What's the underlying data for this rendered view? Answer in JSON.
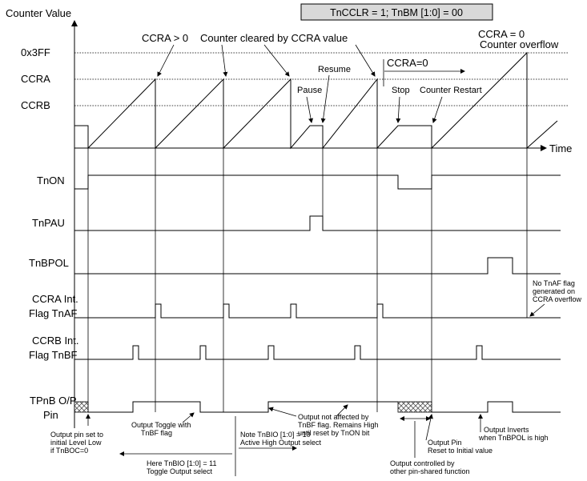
{
  "header": {
    "title": "TnCCLR = 1; TnBM [1:0] = 00"
  },
  "axis": {
    "y_label": "Counter Value",
    "x_label": "Time"
  },
  "levels": {
    "max": "0x3FF",
    "ccra": "CCRA",
    "ccrb": "CCRB"
  },
  "signals": {
    "tnon": "TnON",
    "tnpau": "TnPAU",
    "tnbpol": "TnBPOL",
    "ccra_int_1": "CCRA Int.",
    "ccra_int_2": "Flag TnAF",
    "ccrb_int_1": "CCRB Int.",
    "ccrb_int_2": "Flag TnBF",
    "output_1": "TPnB O/P",
    "output_2": "Pin"
  },
  "annotations": {
    "ccra_gt0": "CCRA > 0",
    "counter_cleared": "Counter cleared by CCRA value",
    "ccra_zero_1": "CCRA = 0",
    "ccra_zero_2": "Counter overflow",
    "ccra_eq0": "CCRA=0",
    "resume": "Resume",
    "pause": "Pause",
    "stop": "Stop",
    "counter_restart": "Counter Restart",
    "no_tnaf_1": "No TnAF flag",
    "no_tnaf_2": "generated on",
    "no_tnaf_3": "CCRA overflow",
    "output_pin_set_1": "Output pin set to",
    "output_pin_set_2": "initial Level Low",
    "output_pin_set_3": "if TnBOC=0",
    "output_toggle_1": "Output Toggle with",
    "output_toggle_2": "TnBF flag",
    "not_affected_1": "Output not affected by",
    "not_affected_2": "TnBF flag. Remains High",
    "not_affected_3": "until reset by TnON bit",
    "here_tnbio_1": "Here TnBIO [1:0] = 11",
    "here_tnbio_2": "Toggle Output select",
    "note_tnbio_1": "Note TnBIO [1:0] = 10",
    "note_tnbio_2": "Active High Output select",
    "output_pin_reset_1": "Output Pin",
    "output_pin_reset_2": "Reset to Initial value",
    "output_controlled_1": "Output controlled by",
    "output_controlled_2": "other pin-shared function",
    "output_inverts_1": "Output Inverts",
    "output_inverts_2": "when TnBPOL is high"
  }
}
